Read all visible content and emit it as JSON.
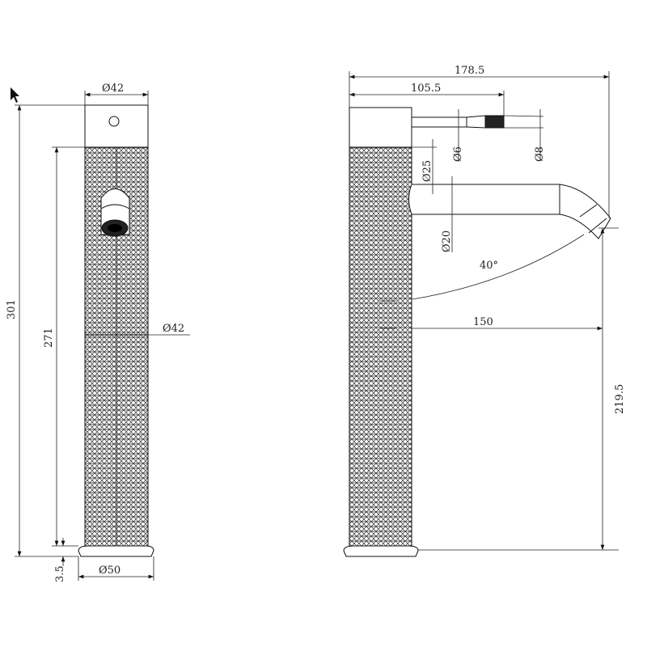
{
  "title": "Tall basin mixer technical drawing",
  "front_view": {
    "cap_diameter": "Ø42",
    "body_diameter": "Ø42",
    "overall_height": "301",
    "body_height": "271",
    "base_height": "3.5",
    "base_diameter": "Ø50"
  },
  "side_view": {
    "overall_length": "178.5",
    "lever_length": "105.5",
    "lever_diameter": "Ø6",
    "grip_diameter": "Ø8",
    "spout_offset": "Ø25",
    "spout_diameter": "Ø20",
    "spout_angle": "40°",
    "spout_reach": "150",
    "outlet_height": "219.5"
  },
  "colors": {
    "line": "#111111",
    "background": "#ffffff"
  }
}
